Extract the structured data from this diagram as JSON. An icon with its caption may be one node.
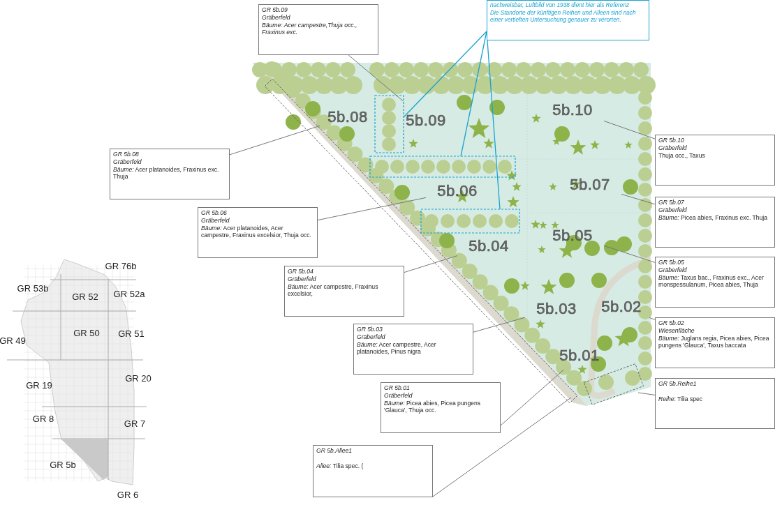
{
  "diagram": {
    "nodes": [
      {
        "text": [
          "GR 5b.09",
          "Gräberfeld",
          "Bäume: Acer campestre,Thuja occ., Fraxinus exc."
        ]
      },
      {
        "text": [
          "nachweisbar, Luftbild von 1938 dient hier als Referenz",
          "Die Standorte der künftigen Reihen und Alleen sind nach einer vertieften Untersuchung genauer zu verorten."
        ]
      },
      {
        "text": [
          "5b.08"
        ]
      },
      {
        "text": [
          "5b.09"
        ]
      },
      {
        "text": [
          "5b.10"
        ]
      },
      {
        "text": [],
        "shape": "box"
      },
      {
        "text": [],
        "shape": "box"
      },
      {
        "text": [
          "5b.06"
        ]
      },
      {
        "text": [
          "5b.07"
        ]
      },
      {
        "text": [],
        "shape": "box"
      },
      {
        "text": [
          "5b.04"
        ]
      },
      {
        "text": [
          "5b.05"
        ]
      },
      {
        "text": [
          "5b.03"
        ]
      },
      {
        "text": [
          "5b.02"
        ]
      },
      {
        "text": [
          "5b.01"
        ]
      },
      {
        "text": [],
        "shape": "box"
      },
      {
        "text": [],
        "shape": "box"
      },
      {
        "text": [
          "GR 5b.08",
          "Gräberfeld",
          "*Bäume:* Acer platanoides, Fraxinus exc. Thuja"
        ]
      },
      {
        "text": [
          "GR 5b.10",
          "Gräberfeld",
          "Thuja occ., Taxus"
        ]
      },
      {
        "text": [
          "GR 5b.06",
          "Gräberfeld",
          "*Bäume:* Acer platanoides, Acer campestre, Fraxinus excelsior, Thuja occ."
        ]
      },
      {
        "text": [
          "GR 5b.07",
          "Gräberfeld",
          "*Bäume:* Picea abies, Fraxinus exc. Thuja"
        ]
      },
      {
        "text": [
          "GR 5b.05",
          "Gräberfeld",
          "*Bäume:* Taxus bac., Fraxinus exc., Acer monspessulanum, Picea abies, Thuja"
        ]
      },
      {
        "text": [
          "GR 5b.04",
          "Gräberfeld",
          "*Bäume:* Acer campestre, Fraxinus excelsior,"
        ]
      },
      {
        "text": [
          "GR 5b.02",
          "Wiesenfläche",
          "*Bäume:* Juglans regia, Picea abies, Picea pungens 'Glauca', Taxus baccata"
        ]
      },
      {
        "text": [
          "GR 5b.03",
          "Gräberfeld",
          "*Bäume:* Acer campestre, Acer platanoides, Pinus nigra"
        ]
      },
      {
        "text": [
          "GR 5b.01",
          "Gräberfeld",
          "*Bäume:* Picea abies, Picea pungens 'Glauca', Thuja occ."
        ]
      },
      {
        "text": [
          "GR 5b.Reihe1",
          "*Reihe*: Tilia spec"
        ]
      },
      {
        "text": [
          "GR 5b.Allee1",
          "*Allee:*  Tilia spec. ("
        ]
      }
    ],
    "edges": [
      {
        "from": 0,
        "to": 3,
        "arrow": "none"
      },
      {
        "from": 1,
        "to": 5,
        "arrow": "none",
        "color": "#1aa3d0"
      },
      {
        "from": 1,
        "to": 6,
        "arrow": "none",
        "color": "#1aa3d0"
      },
      {
        "from": 1,
        "to": 9,
        "arrow": "none",
        "color": "#1aa3d0"
      },
      {
        "from": 17,
        "to": 2,
        "arrow": "none"
      },
      {
        "from": 18,
        "to": 4,
        "arrow": "none"
      },
      {
        "from": 19,
        "to": 7,
        "arrow": "none"
      },
      {
        "from": 20,
        "to": 8,
        "arrow": "none"
      },
      {
        "from": 21,
        "to": 11,
        "arrow": "none"
      },
      {
        "from": 22,
        "to": 10,
        "arrow": "none"
      },
      {
        "from": 23,
        "to": 13,
        "arrow": "none"
      },
      {
        "from": 24,
        "to": 12,
        "arrow": "none"
      },
      {
        "from": 25,
        "to": 14,
        "arrow": "none"
      },
      {
        "from": 26,
        "to": 16,
        "arrow": "none"
      },
      {
        "from": 27,
        "to": 15,
        "arrow": "none"
      }
    ],
    "labels": [
      "GR 76b",
      "GR 53b",
      "GR 52",
      "GR 52a",
      "GR 49",
      "GR 50",
      "GR 51",
      "GR 19",
      "GR 20",
      "GR 8",
      "GR 7",
      "GR 5b",
      "GR 6"
    ]
  }
}
